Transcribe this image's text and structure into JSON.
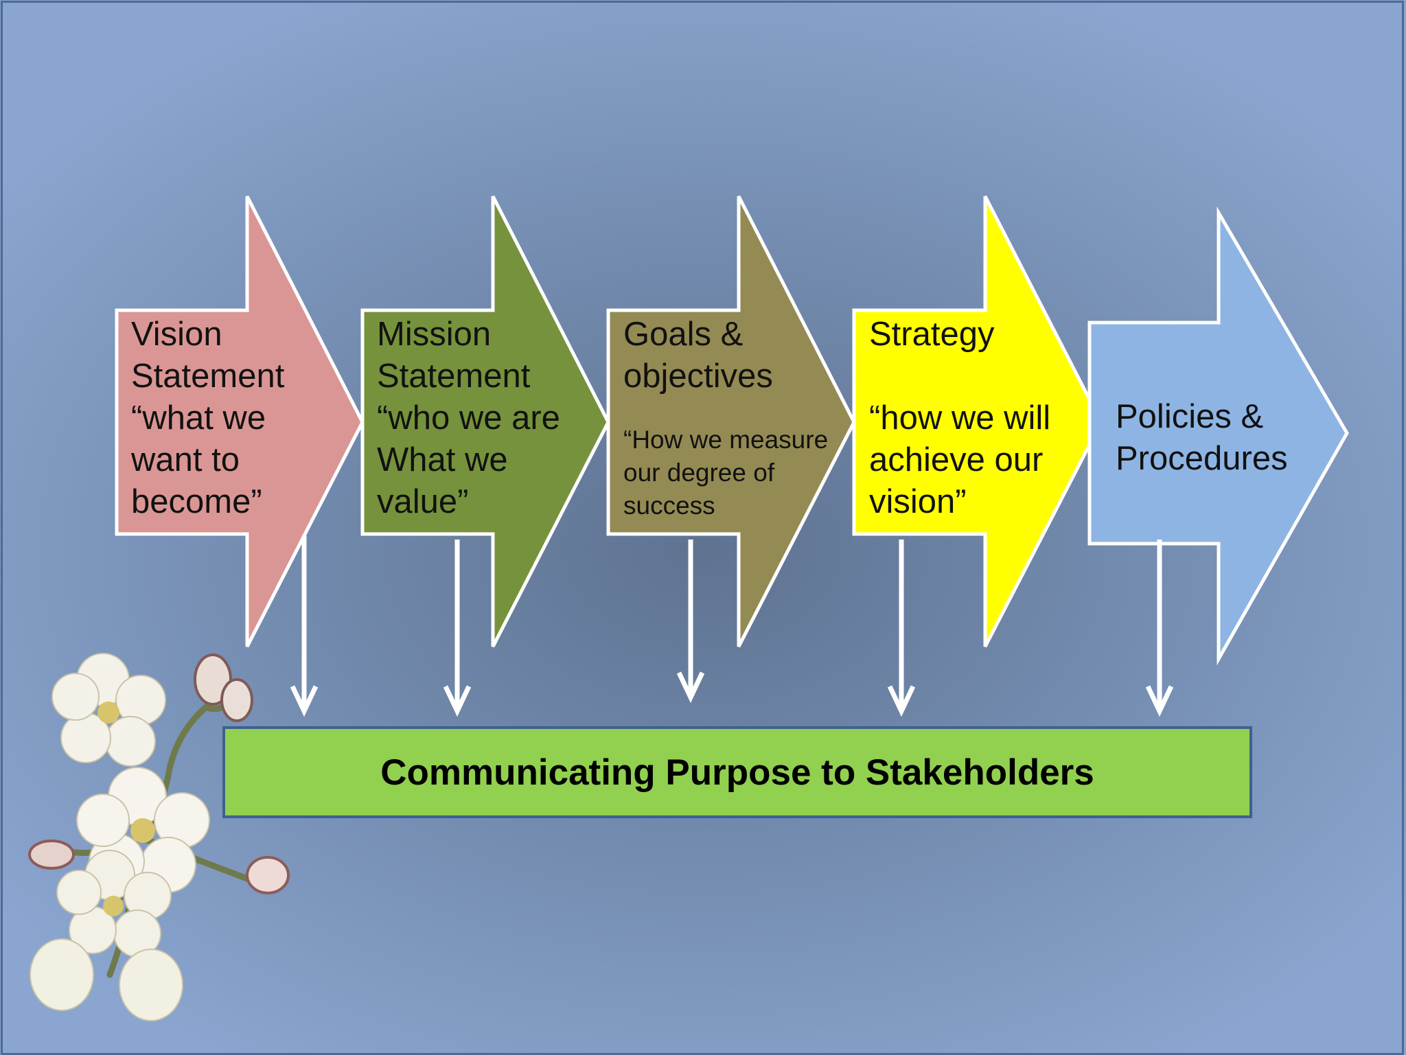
{
  "steps": [
    {
      "id": "vision",
      "color": "#da9694",
      "lines": [
        "Vision",
        "Statement",
        "“what we",
        "want to",
        "become”"
      ]
    },
    {
      "id": "mission",
      "color": "#76923c",
      "lines": [
        "Mission",
        "Statement",
        "“who we are",
        "What we",
        "value”"
      ]
    },
    {
      "id": "goals",
      "color": "#948a54",
      "lines": [
        "Goals &",
        "objectives"
      ],
      "sublines": [
        "“How we measure",
        "our degree of",
        "success"
      ]
    },
    {
      "id": "strategy",
      "color": "#ffff00",
      "lines": [
        "Strategy",
        "",
        "“how we will",
        "achieve our",
        "vision”"
      ]
    },
    {
      "id": "policies",
      "color": "#8eb4e3",
      "lines": [
        "Policies &",
        "Procedures"
      ]
    }
  ],
  "banner": {
    "text": "Communicating Purpose to Stakeholders",
    "color": "#92d050"
  },
  "decoration": {
    "flower": "cherry-blossom-icon"
  }
}
